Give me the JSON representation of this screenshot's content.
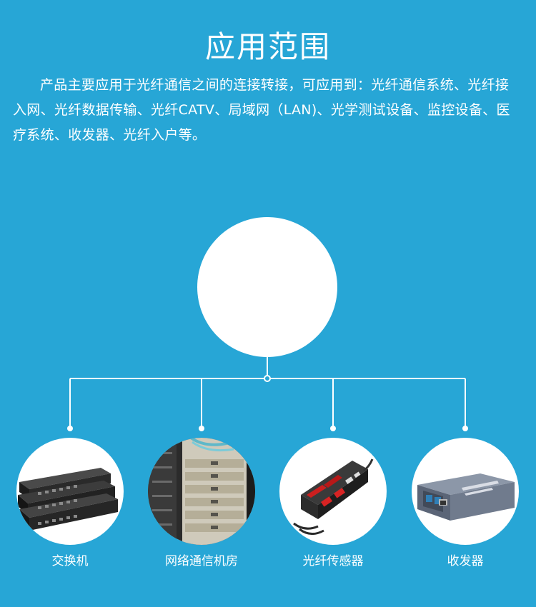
{
  "heading": "应用范围",
  "description": "产品主要应用于光纤通信之间的连接转接，可应用到：光纤通信系统、光纤接入网、光纤数据传输、光纤CATV、局域网（LAN)、光学测试设备、监控设备、医疗系统、收发器、光纤入户等。",
  "colors": {
    "background": "#27a6d6",
    "text": "#ffffff",
    "line": "#ffffff"
  },
  "applications": [
    {
      "label": "交换机",
      "icon": "network-switch-icon"
    },
    {
      "label": "网络通信机房",
      "icon": "server-rack-icon"
    },
    {
      "label": "光纤传感器",
      "icon": "fiber-sensor-icon"
    },
    {
      "label": "收发器",
      "icon": "media-converter-icon"
    }
  ]
}
